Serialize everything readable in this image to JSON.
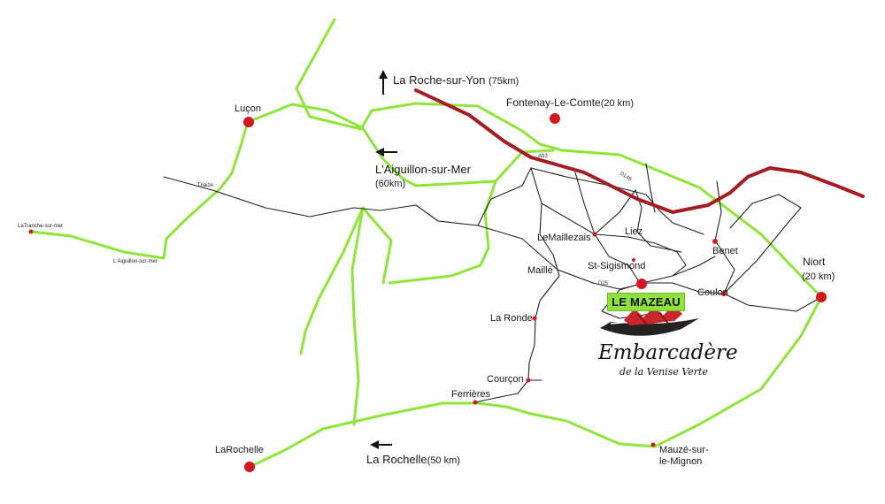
{
  "places": {
    "lucon": "Luçon",
    "fontenay": "Fontenay-Le-Comte",
    "fontenay_dist": "(20 km)",
    "tranche": "LaTranche-sur-mer",
    "aiguillon_small": "L'Aiguillon-sur-mer",
    "triaize": "Triaize",
    "maillezais": "LeMaillezais",
    "liez": "Liez",
    "benet": "Benet",
    "niort": "Niort",
    "niort_dist": "(20 km)",
    "maille": "Maillé",
    "st_sigismond": "St-Sigismond",
    "coulon": "Coulon",
    "la_ronde": "La Ronde",
    "courcon": "Courçon",
    "ferrieres": "Ferrières",
    "larochelle": "LaRochelle",
    "mauze_1": "Mauzé-sur-",
    "mauze_2": "le-Mignon",
    "le_mazeau": "LE MAZEAU"
  },
  "directions": {
    "roche_yon": "La Roche-sur-Yon",
    "roche_yon_dist": "(75km)",
    "aiguillon": "L'Aiguillon-sur-Mer",
    "aiguillon_dist": "(60km)",
    "rochelle": "La Rochelle",
    "rochelle_dist": "(50 km)"
  },
  "roads": {
    "a83": "A83",
    "d148": "D148",
    "d25": "D25"
  },
  "logo": {
    "title": "Embarcadère",
    "subtitle": "de la Venise Verte"
  },
  "colors": {
    "green_route": "#8ee63a",
    "motorway": "#a31d22",
    "city_dot": "#d0181f",
    "badge": "#8fe13b"
  }
}
